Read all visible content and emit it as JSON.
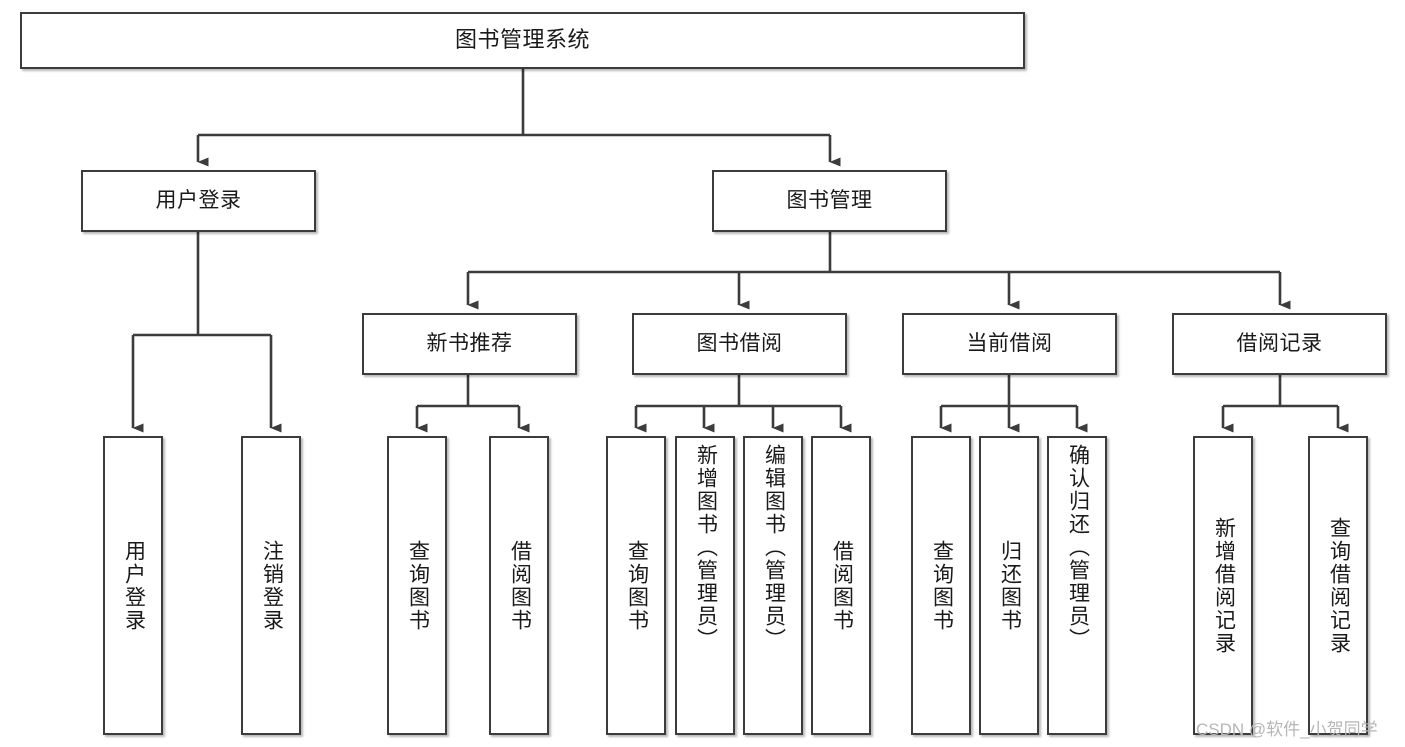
{
  "diagram": {
    "type": "tree",
    "title": "图书管理系统",
    "nodes": {
      "root": {
        "label": "图书管理系统"
      },
      "level2": [
        {
          "id": "user-login",
          "label": "用户登录"
        },
        {
          "id": "book-management",
          "label": "图书管理"
        }
      ],
      "level3": [
        {
          "id": "new-book-recommend",
          "label": "新书推荐"
        },
        {
          "id": "book-borrow",
          "label": "图书借阅"
        },
        {
          "id": "current-borrow",
          "label": "当前借阅"
        },
        {
          "id": "borrow-record",
          "label": "借阅记录"
        }
      ],
      "leaves": [
        {
          "id": "leaf-user-login",
          "label": "用户登录",
          "parent": "user-login"
        },
        {
          "id": "leaf-logout-login",
          "label": "注销登录",
          "parent": "user-login"
        },
        {
          "id": "leaf-query-book-1",
          "label": "查询图书",
          "parent": "new-book-recommend"
        },
        {
          "id": "leaf-borrow-book-1",
          "label": "借阅图书",
          "parent": "new-book-recommend"
        },
        {
          "id": "leaf-query-book-2",
          "label": "查询图书",
          "parent": "book-borrow"
        },
        {
          "id": "leaf-add-book",
          "label": "新增图书（管理员）",
          "parent": "book-borrow"
        },
        {
          "id": "leaf-edit-book",
          "label": "编辑图书（管理员）",
          "parent": "book-borrow"
        },
        {
          "id": "leaf-borrow-book-2",
          "label": "借阅图书",
          "parent": "book-borrow"
        },
        {
          "id": "leaf-query-book-3",
          "label": "查询图书",
          "parent": "current-borrow"
        },
        {
          "id": "leaf-return-book",
          "label": "归还图书",
          "parent": "current-borrow"
        },
        {
          "id": "leaf-confirm-return",
          "label": "确认归还（管理员）",
          "parent": "current-borrow"
        },
        {
          "id": "leaf-add-record",
          "label": "新增借阅记录",
          "parent": "borrow-record"
        },
        {
          "id": "leaf-query-record",
          "label": "查询借阅记录",
          "parent": "borrow-record"
        }
      ]
    },
    "colors": {
      "box_border": "#3c3c3c",
      "box_fill": "#ffffff",
      "connector": "#3c3c3c",
      "text": "#1a1a1a",
      "watermark": "#b6b6b6"
    }
  },
  "watermark": {
    "text": "CSDN @软件_小贺同学"
  }
}
